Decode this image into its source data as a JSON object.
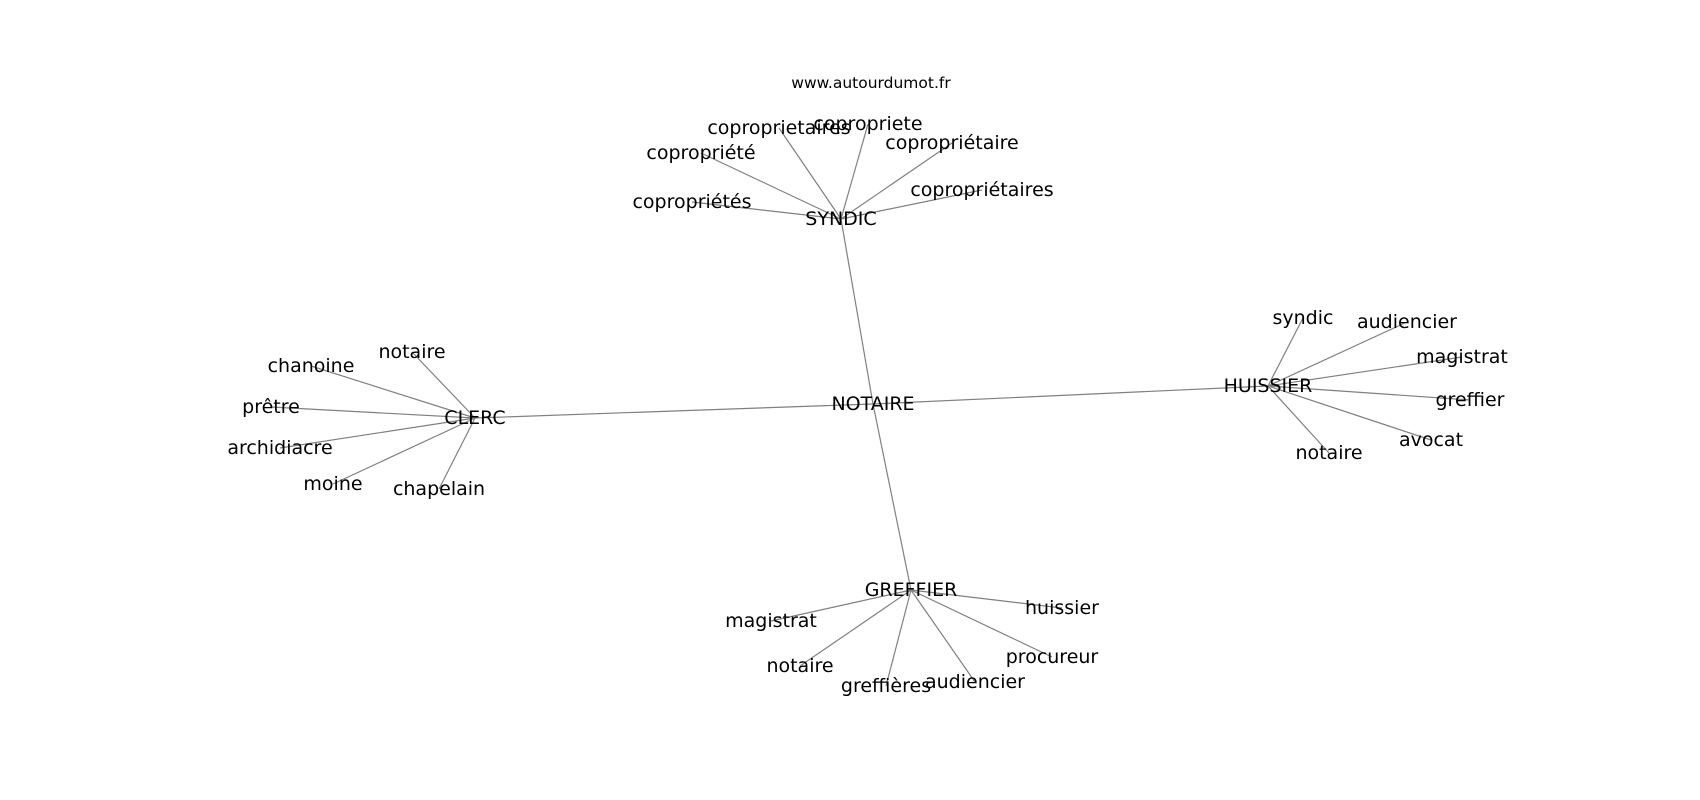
{
  "source": "www.autourdumot.fr",
  "center": "NOTAIRE",
  "hubs": [
    {
      "id": "syndic",
      "label": "SYNDIC",
      "leaves": [
        {
          "id": "syndic-leaf-1",
          "label": "copropriétés"
        },
        {
          "id": "syndic-leaf-2",
          "label": "copropriété"
        },
        {
          "id": "syndic-leaf-3",
          "label": "coproprietaires"
        },
        {
          "id": "syndic-leaf-4",
          "label": "copropriete"
        },
        {
          "id": "syndic-leaf-5",
          "label": "copropriétaire"
        },
        {
          "id": "syndic-leaf-6",
          "label": "copropriétaires"
        }
      ]
    },
    {
      "id": "clerc",
      "label": "CLERC",
      "leaves": [
        {
          "id": "clerc-leaf-1",
          "label": "notaire"
        },
        {
          "id": "clerc-leaf-2",
          "label": "chanoine"
        },
        {
          "id": "clerc-leaf-3",
          "label": "prêtre"
        },
        {
          "id": "clerc-leaf-4",
          "label": "archidiacre"
        },
        {
          "id": "clerc-leaf-5",
          "label": "moine"
        },
        {
          "id": "clerc-leaf-6",
          "label": "chapelain"
        }
      ]
    },
    {
      "id": "huissier",
      "label": "HUISSIER",
      "leaves": [
        {
          "id": "huissier-leaf-1",
          "label": "syndic"
        },
        {
          "id": "huissier-leaf-2",
          "label": "audiencier"
        },
        {
          "id": "huissier-leaf-3",
          "label": "magistrat"
        },
        {
          "id": "huissier-leaf-4",
          "label": "greffier"
        },
        {
          "id": "huissier-leaf-5",
          "label": "avocat"
        },
        {
          "id": "huissier-leaf-6",
          "label": "notaire"
        }
      ]
    },
    {
      "id": "greffier",
      "label": "GREFFIER",
      "leaves": [
        {
          "id": "greffier-leaf-1",
          "label": "huissier"
        },
        {
          "id": "greffier-leaf-2",
          "label": "magistrat"
        },
        {
          "id": "greffier-leaf-3",
          "label": "procureur"
        },
        {
          "id": "greffier-leaf-4",
          "label": "notaire"
        },
        {
          "id": "greffier-leaf-5",
          "label": "audiencier"
        },
        {
          "id": "greffier-leaf-6",
          "label": "greffières"
        }
      ]
    }
  ]
}
